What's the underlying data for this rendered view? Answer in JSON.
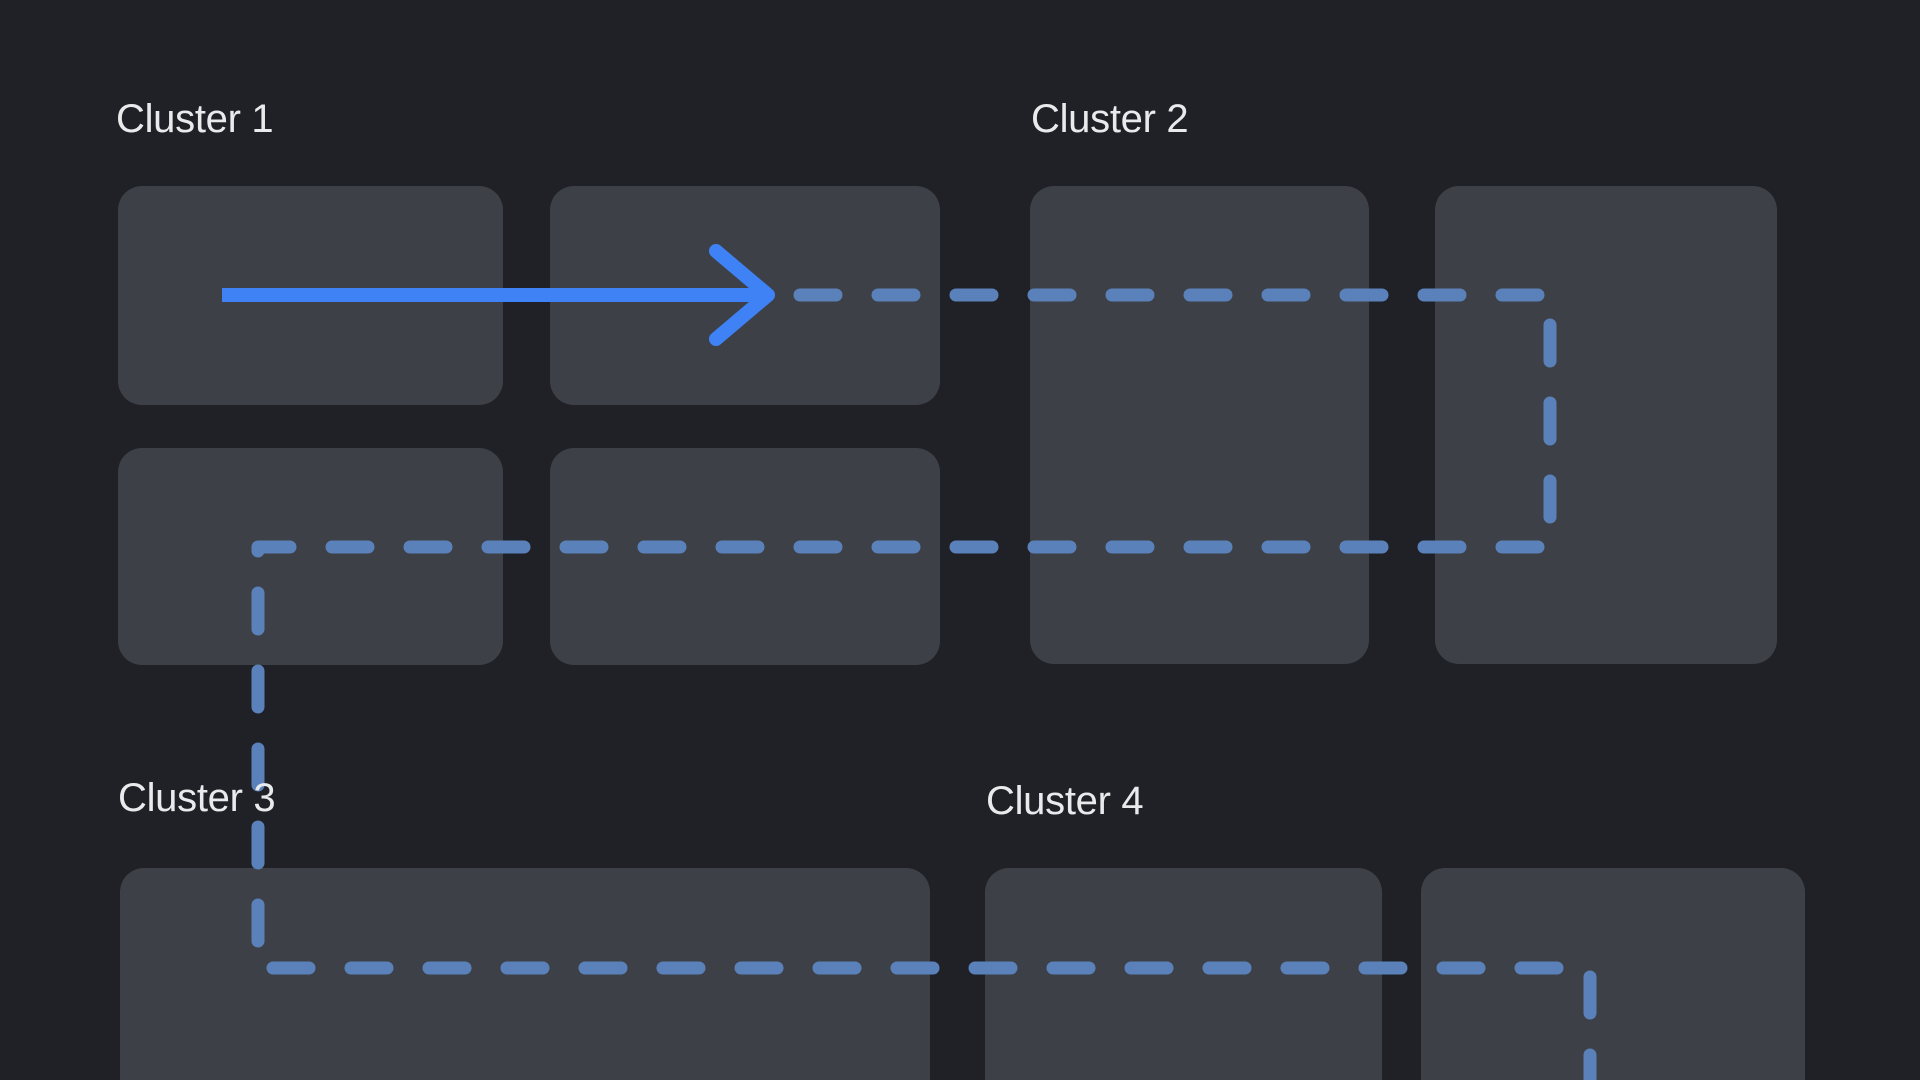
{
  "diagram": {
    "clusters": [
      {
        "id": "cluster-1",
        "label": "Cluster 1",
        "node_count": 4
      },
      {
        "id": "cluster-2",
        "label": "Cluster 2",
        "node_count": 2
      },
      {
        "id": "cluster-3",
        "label": "Cluster 3",
        "node_count": 1
      },
      {
        "id": "cluster-4",
        "label": "Cluster 4",
        "node_count": 2
      }
    ],
    "connectors": [
      {
        "id": "solid-arrow",
        "style": "solid",
        "from": "cluster-1-node-1",
        "to": "cluster-1-node-2",
        "has_arrowhead": true
      },
      {
        "id": "dashed-route",
        "style": "dashed",
        "from": "cluster-1-node-2",
        "to": "cluster-4-node-2",
        "has_arrowhead": false
      }
    ]
  },
  "colors": {
    "bg": "#1f2126",
    "box": "#3d4147",
    "text": "#e9eaec",
    "arrow": "#3e82f6",
    "dash": "#5b81ba"
  }
}
